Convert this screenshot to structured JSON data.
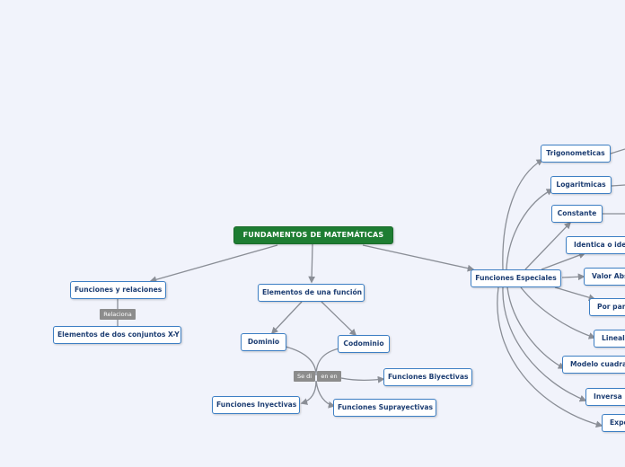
{
  "colors": {
    "background": "#f1f3fb",
    "root_fill": "#1e7d32",
    "node_border": "#3d7fc4",
    "node_text": "#1c3d72",
    "connector": "#8a8e96",
    "label_fill": "#8c8c8c"
  },
  "root": {
    "text": "FUNDAMENTOS DE MATEMÁTICAS"
  },
  "relaciones": {
    "title": "Funciones y relaciones",
    "link_label": "Relaciona",
    "child": "Elementos de dos conjuntos X-Y"
  },
  "elementos": {
    "title": "Elementos de una función",
    "dominio": "Dominio",
    "codominio": "Codominio",
    "link_label_left": "Se di",
    "link_label_right": "en en",
    "types": {
      "biyectivas": "Funciones Biyectivas",
      "inyectivas": "Funciones Inyectivas",
      "suprayectivas": "Funciones Suprayectivas"
    }
  },
  "especiales": {
    "title": "Funciones Especiales",
    "items": [
      "Trigonometicas",
      "Logaritmicas",
      "Constante",
      "Identica o identidad",
      "Valor Absoluto",
      "Por partes",
      "Lineal",
      "Modelo cuadratico",
      "Inversa",
      "Exponencial"
    ]
  }
}
